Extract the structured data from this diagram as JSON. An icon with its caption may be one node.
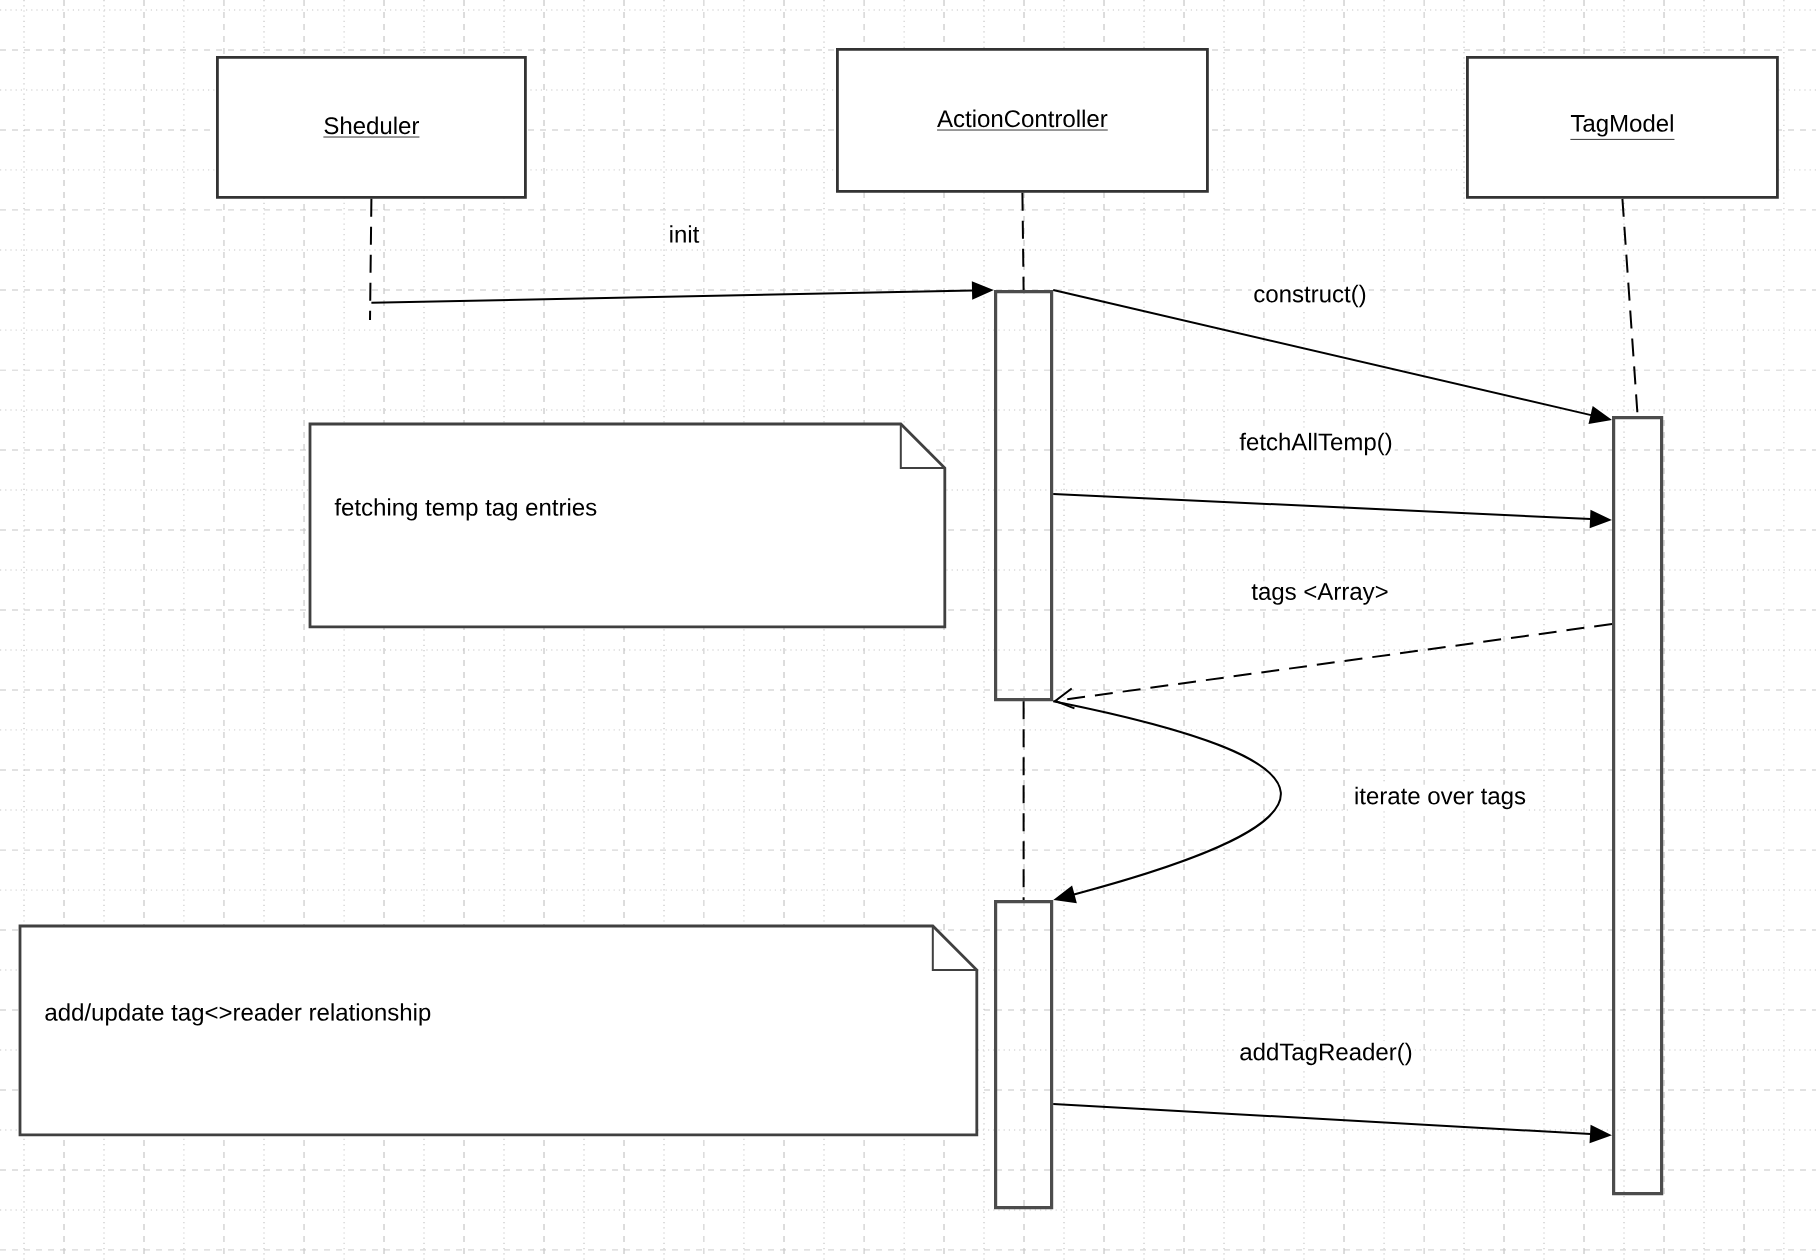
{
  "diagram": {
    "nodes": [
      {
        "text": [
          "Sheduler"
        ]
      },
      {
        "text": [
          "ActionController"
        ]
      },
      {
        "text": [
          "TagModel"
        ]
      },
      {
        "text": [],
        "shape": "bar"
      },
      {
        "text": [],
        "shape": "bar"
      },
      {
        "text": [],
        "shape": "bar"
      },
      {
        "text": [
          "fetching temp tag entries"
        ]
      },
      {
        "text": [
          "add/update tag<>reader relationship"
        ]
      }
    ],
    "edges": [
      {
        "from": 0,
        "to": 3,
        "arrow": "to",
        "label": "init"
      },
      {
        "from": 3,
        "to": 4,
        "arrow": "to",
        "label": "construct()"
      },
      {
        "from": 3,
        "to": 4,
        "arrow": "to",
        "label": "fetchAllTemp()"
      },
      {
        "from": 4,
        "to": 3,
        "arrow": "to",
        "label": "tags <Array>",
        "style": "dashed"
      },
      {
        "from": 3,
        "to": 5,
        "arrow": "to",
        "label": "iterate over tags"
      },
      {
        "from": 5,
        "to": 4,
        "arrow": "to",
        "label": "addTagReader()"
      },
      {
        "from": 0,
        "to": null,
        "arrow": "none",
        "style": "dashed"
      },
      {
        "from": 1,
        "to": 3,
        "arrow": "none",
        "style": "dashed"
      },
      {
        "from": 3,
        "to": 5,
        "arrow": "none",
        "style": "dashed"
      },
      {
        "from": 2,
        "to": 4,
        "arrow": "none",
        "style": "dashed"
      }
    ]
  }
}
